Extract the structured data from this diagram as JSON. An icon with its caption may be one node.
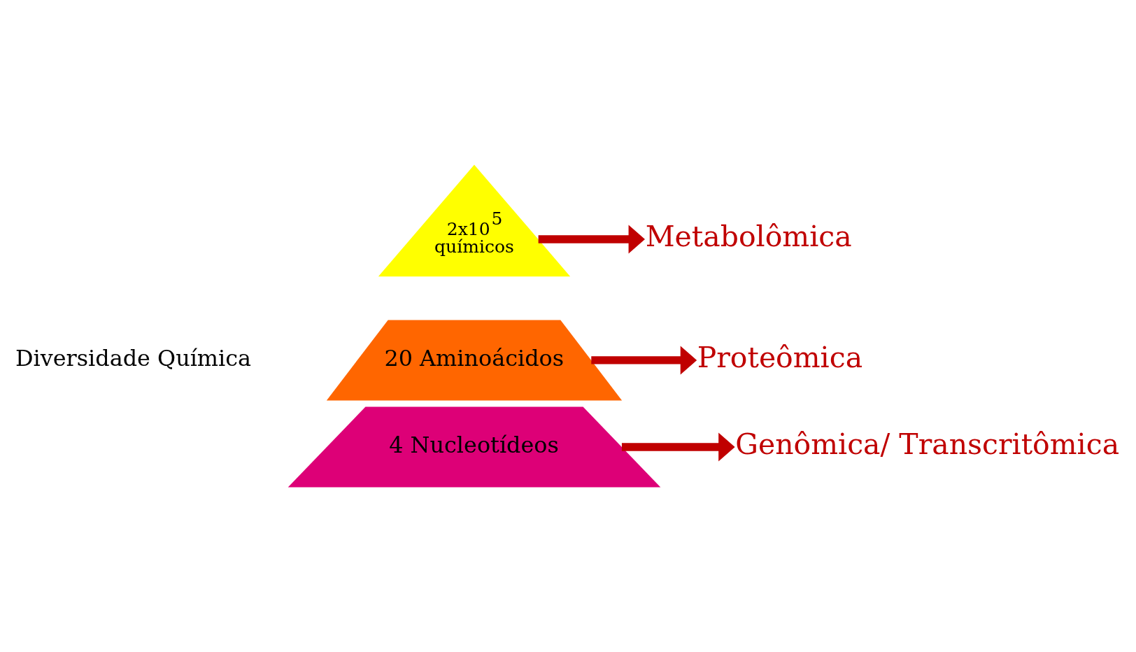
{
  "diagram": {
    "nodes": [
      {
        "text": [
          "2x10$^{5}$ químicos"
        ]
      },
      {
        "text": [
          "20 Aminoácidos"
        ]
      },
      {
        "text": [
          "4 Nucleotídeos"
        ]
      },
      {
        "text": [
          "Metabolômica"
        ]
      },
      {
        "text": [
          "Proteômica"
        ]
      },
      {
        "text": [
          "Genômica/ Transcritômica"
        ]
      }
    ],
    "edges": [
      {
        "from": 0,
        "to": 3,
        "arrow": "to"
      },
      {
        "from": 1,
        "to": 4,
        "arrow": "to"
      },
      {
        "from": 2,
        "to": 5,
        "arrow": "to"
      }
    ],
    "labels": [
      "Diversidade Química"
    ]
  }
}
